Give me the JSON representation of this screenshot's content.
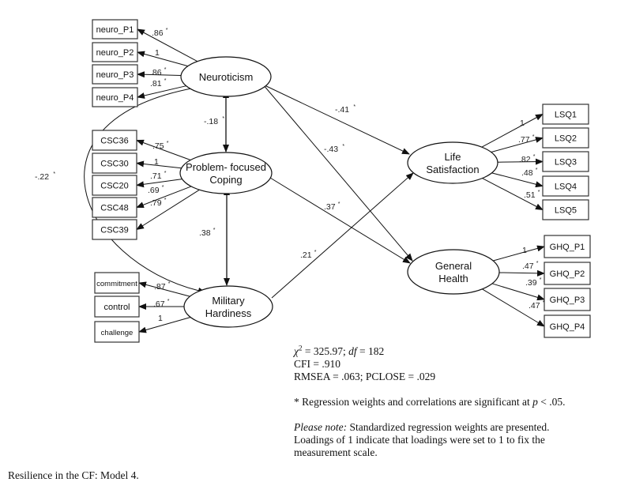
{
  "latents": {
    "neuroticism": [
      "Neuroticism"
    ],
    "coping": [
      "Problem- focused",
      "Coping"
    ],
    "hardiness": [
      "Military",
      "Hardiness"
    ],
    "life_satisfaction": [
      "Life",
      "Satisfaction"
    ],
    "general_health": [
      "General",
      "Health"
    ]
  },
  "indicators": {
    "neuroticism": [
      {
        "name": "neuro_P1",
        "loading": ".86",
        "sig": true
      },
      {
        "name": "neuro_P2",
        "loading": "1",
        "sig": false
      },
      {
        "name": "neuro_P3",
        "loading": ".86",
        "sig": true
      },
      {
        "name": "neuro_P4",
        "loading": ".81",
        "sig": true
      }
    ],
    "coping": [
      {
        "name": "CSC36",
        "loading": ".75",
        "sig": true
      },
      {
        "name": "CSC30",
        "loading": "1",
        "sig": false
      },
      {
        "name": "CSC20",
        "loading": ".71",
        "sig": true
      },
      {
        "name": "CSC48",
        "loading": ".69",
        "sig": true
      },
      {
        "name": "CSC39",
        "loading": ".79",
        "sig": true
      }
    ],
    "hardiness": [
      {
        "name": "commitment",
        "loading": ".87",
        "sig": true
      },
      {
        "name": "control",
        "loading": ".67",
        "sig": true
      },
      {
        "name": "challenge",
        "loading": "1",
        "sig": false
      }
    ],
    "life_satisfaction": [
      {
        "name": "LSQ1",
        "loading": "1",
        "sig": false
      },
      {
        "name": "LSQ2",
        "loading": ".77",
        "sig": true
      },
      {
        "name": "LSQ3",
        "loading": ".82",
        "sig": true
      },
      {
        "name": "LSQ4",
        "loading": ".48",
        "sig": true
      },
      {
        "name": "LSQ5",
        "loading": ".51",
        "sig": true
      }
    ],
    "general_health": [
      {
        "name": "GHQ_P1",
        "loading": "1",
        "sig": false
      },
      {
        "name": "GHQ_P2",
        "loading": ".47",
        "sig": true
      },
      {
        "name": "GHQ_P3",
        "loading": ".39",
        "sig": true
      },
      {
        "name": "GHQ_P4",
        "loading": ".47",
        "sig": true
      }
    ]
  },
  "correlations": {
    "neuroticism_coping": {
      "value": "-.18",
      "sig": true
    },
    "coping_hardiness": {
      "value": ".38",
      "sig": true
    },
    "neuroticism_hardiness": {
      "value": "-.22",
      "sig": true
    }
  },
  "paths": {
    "neuroticism_life_satisfaction": {
      "value": "-.41",
      "sig": true
    },
    "neuroticism_general_health": {
      "value": "-.43",
      "sig": true
    },
    "coping_general_health": {
      "value": ".37",
      "sig": true
    },
    "hardiness_life_satisfaction": {
      "value": ".21",
      "sig": true
    }
  },
  "star": "*",
  "fit": {
    "chi_symbol": "χ",
    "chi_sup": "2",
    "chi_value": " = 325.97; ",
    "df_label": "df",
    "df_value": " = 182",
    "cfi": "CFI = .910",
    "rmsea": "RMSEA = .063; PCLOSE = .029"
  },
  "notes": {
    "significance_prefix": "* Regression weights and correlations are significant at ",
    "significance_p": "p",
    "significance_suffix": " < .05.",
    "please_note_label": "Please note:",
    "please_note_line1": " Standardized regression weights are presented.",
    "please_note_line2": "Loadings of 1 indicate that loadings were set to 1 to fix the",
    "please_note_line3": "measurement scale."
  },
  "caption": "Resilience in the CF: Model 4."
}
